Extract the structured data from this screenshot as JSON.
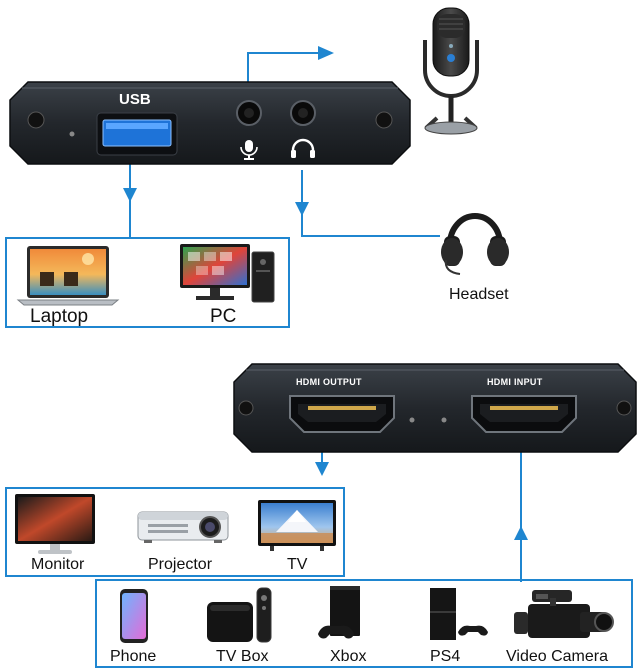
{
  "colors": {
    "connector": "#1f86d0",
    "device_body": "#2a2f35",
    "usb_port": "#1e73d8"
  },
  "top_device": {
    "port_label": "USB",
    "icons": [
      "microphone-icon",
      "headphones-icon"
    ]
  },
  "bottom_device": {
    "output_label": "HDMI OUTPUT",
    "input_label": "HDMI INPUT"
  },
  "pc_group": {
    "items": [
      {
        "label": "Laptop",
        "icon": "laptop-icon"
      },
      {
        "label": "PC",
        "icon": "desktop-pc-icon"
      }
    ]
  },
  "headset": {
    "label": "Headset",
    "icon": "headset-icon"
  },
  "microphone": {
    "icon": "microphone-device-icon"
  },
  "display_group": {
    "items": [
      {
        "label": "Monitor",
        "icon": "monitor-icon"
      },
      {
        "label": "Projector",
        "icon": "projector-icon"
      },
      {
        "label": "TV",
        "icon": "tv-icon"
      }
    ]
  },
  "source_group": {
    "items": [
      {
        "label": "Phone",
        "icon": "phone-icon"
      },
      {
        "label": "TV Box",
        "icon": "tv-box-icon"
      },
      {
        "label": "Xbox",
        "icon": "xbox-icon"
      },
      {
        "label": "PS4",
        "icon": "ps4-icon"
      },
      {
        "label": "Video Camera",
        "icon": "video-camera-icon"
      }
    ]
  }
}
